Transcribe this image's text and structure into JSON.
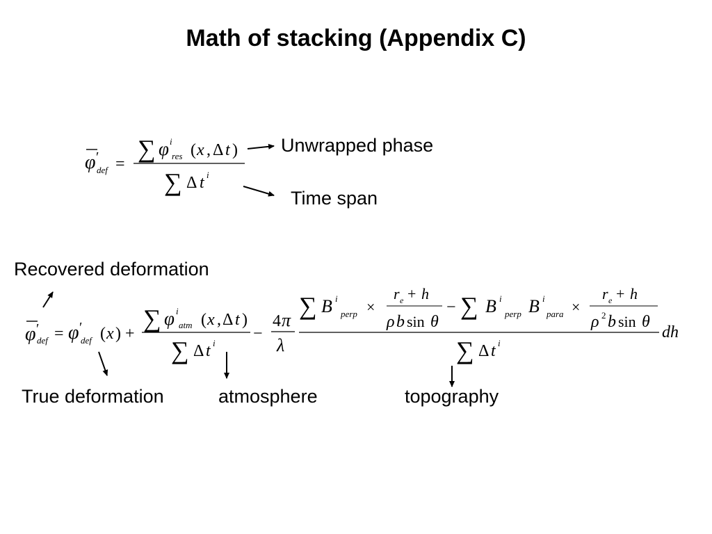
{
  "slide": {
    "title": "Math of stacking (Appendix C)",
    "labels": {
      "unwrapped_phase": "Unwrapped phase",
      "time_span": "Time span",
      "recovered_deformation": "Recovered deformation",
      "true_deformation": "True deformation",
      "atmosphere": "atmosphere",
      "topography": "topography"
    }
  }
}
